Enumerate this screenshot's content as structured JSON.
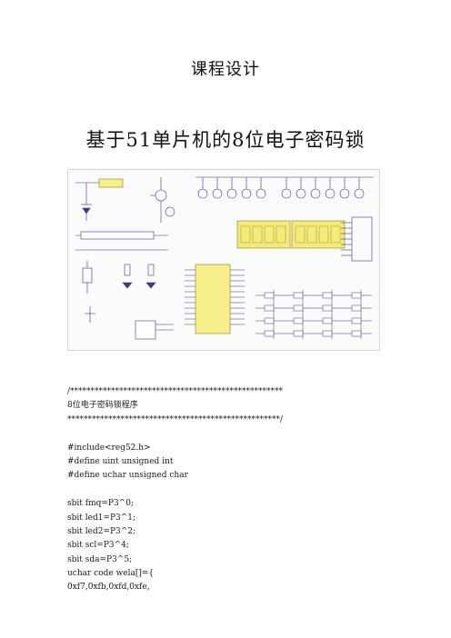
{
  "document": {
    "title": "课程设计",
    "subtitle": "基于51单片机的8位电子密码锁"
  },
  "code": {
    "lines": [
      "/****************************************************",
      "8位电子密码锁程序",
      "****************************************************/",
      "",
      "#include<reg52.h>",
      "#define uint unsigned int",
      "#define uchar unsigned char",
      "",
      "sbit fmq=P3^0;",
      "sbit led1=P3^1;",
      "sbit led2=P3^2;",
      "sbit scl=P3^4;",
      "sbit sda=P3^5;",
      "uchar code wela[]={",
      "0xf7,0xfb,0xfd,0xfe,"
    ]
  },
  "colors": {
    "accent": "#3a3a8a",
    "chip": "#f6ef8a",
    "display": "#f3ec7a"
  }
}
